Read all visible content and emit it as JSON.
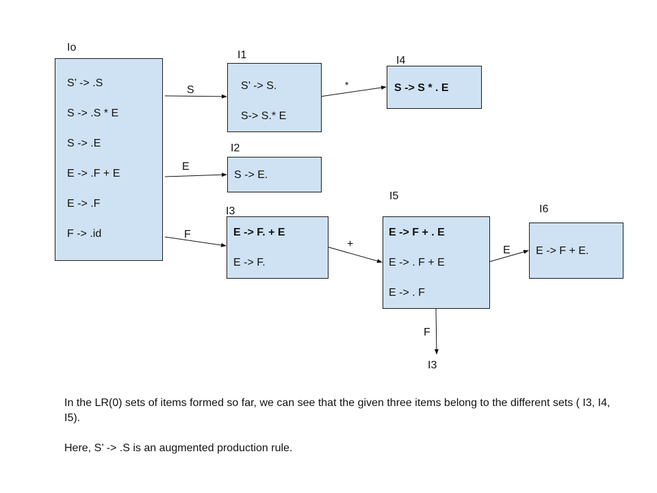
{
  "states": [
    {
      "id": "I0",
      "label": "Io",
      "items": [
        {
          "text": "S’ -> .S",
          "bold": false
        },
        {
          "text": "S -> .S * E",
          "bold": false
        },
        {
          "text": "S -> .E",
          "bold": false
        },
        {
          "text": "E -> .F + E",
          "bold": false
        },
        {
          "text": "E -> .F",
          "bold": false
        },
        {
          "text": "F -> .id",
          "bold": false
        }
      ]
    },
    {
      "id": "I1",
      "label": "I1",
      "items": [
        {
          "text": "S’ -> S.",
          "bold": false
        },
        {
          "text": "S-> S.* E",
          "bold": false
        }
      ]
    },
    {
      "id": "I2",
      "label": "I2",
      "items": [
        {
          "text": "S -> E.",
          "bold": false
        }
      ]
    },
    {
      "id": "I3",
      "label": "I3",
      "items": [
        {
          "text": "E -> F. + E",
          "bold": true
        },
        {
          "text": "E -> F.",
          "bold": false
        }
      ]
    },
    {
      "id": "I4",
      "label": "I4",
      "items": [
        {
          "text": "S -> S * . E",
          "bold": true
        }
      ]
    },
    {
      "id": "I5",
      "label": "I5",
      "items": [
        {
          "text": "E -> F + . E",
          "bold": true
        },
        {
          "text": "E -> . F + E",
          "bold": false
        },
        {
          "text": "E -> . F",
          "bold": false
        }
      ]
    },
    {
      "id": "I6",
      "label": "I6",
      "items": [
        {
          "text": "E -> F + E.",
          "bold": false
        }
      ]
    }
  ],
  "transitions": [
    {
      "from": "I0",
      "to": "I1",
      "symbol": "S"
    },
    {
      "from": "I0",
      "to": "I2",
      "symbol": "E"
    },
    {
      "from": "I0",
      "to": "I3",
      "symbol": "F"
    },
    {
      "from": "I1",
      "to": "I4",
      "symbol": "*"
    },
    {
      "from": "I3",
      "to": "I5",
      "symbol": "+"
    },
    {
      "from": "I5",
      "to": "I6",
      "symbol": "E"
    },
    {
      "from": "I5",
      "to": "I3",
      "symbol": "F"
    }
  ],
  "goto_target_label": "I3",
  "caption": {
    "paragraph1": "In the LR(0) sets of items formed so far, we can see that the given three items belong to the different sets ( I3, I4, I5).",
    "paragraph2": "Here, S’ -> .S is an augmented production rule."
  }
}
